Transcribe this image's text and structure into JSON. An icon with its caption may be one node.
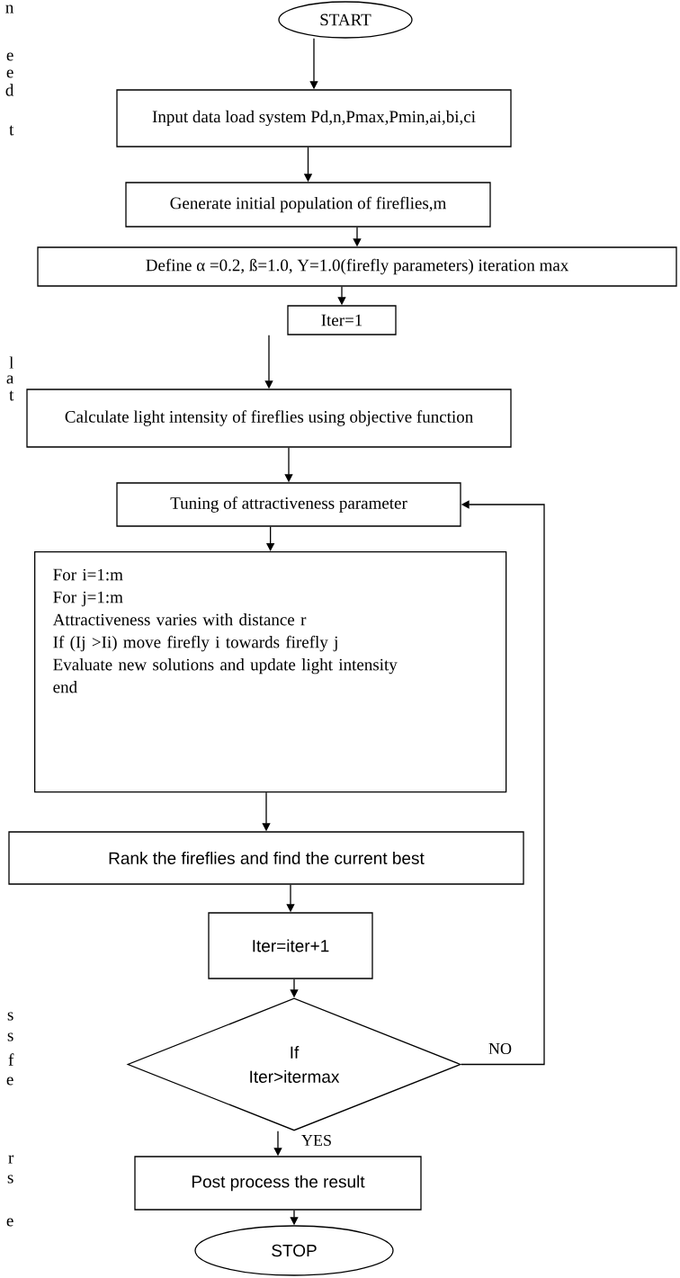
{
  "diagram": {
    "nodes": [
      {
        "text": [
          "START"
        ]
      },
      {
        "text": [
          "Input data load system Pd,n,Pmax,Pmin,ai,bi,ci"
        ]
      },
      {
        "text": [
          "Generate initial population of fireflies,m"
        ]
      },
      {
        "text": [
          "Define α =0.2, ß=1.0, Y=1.0(firefly parameters) iteration max"
        ]
      },
      {
        "text": [
          "Iter=1"
        ]
      },
      {
        "text": [
          "Calculate   light intensity of fireflies using objective function"
        ]
      },
      {
        "text": [
          "Tuning of attractiveness parameter"
        ]
      },
      {
        "text": [
          "For i=1:m",
          "For j=1:m",
          "Attractiveness varies with distance r",
          "If (Ij >Ii) move firefly  i towards firefly j",
          "Evaluate new solutions and update light intensity",
          "end"
        ]
      },
      {
        "text": [
          "Rank the fireflies and find the current best"
        ]
      },
      {
        "text": [
          "Iter=iter+1"
        ]
      },
      {
        "text": [
          "If",
          "Iter>itermax"
        ]
      },
      {
        "text": [
          "Post process the result"
        ]
      },
      {
        "text": [
          "STOP"
        ]
      }
    ],
    "edges": [
      {
        "from": 0,
        "to": 1,
        "arrow": "to"
      },
      {
        "from": 1,
        "to": 2,
        "arrow": "to"
      },
      {
        "from": 2,
        "to": 3,
        "arrow": "to"
      },
      {
        "from": 3,
        "to": 4,
        "arrow": "to"
      },
      {
        "from": 4,
        "to": 5,
        "arrow": "to"
      },
      {
        "from": 5,
        "to": 6,
        "arrow": "to"
      },
      {
        "from": 6,
        "to": 7,
        "arrow": "to"
      },
      {
        "from": 7,
        "to": 8,
        "arrow": "to"
      },
      {
        "from": 8,
        "to": 9,
        "arrow": "to"
      },
      {
        "from": 9,
        "to": 10,
        "arrow": "to"
      },
      {
        "from": 10,
        "to": 11,
        "arrow": "to",
        "label": "YES"
      },
      {
        "from": 11,
        "to": 12,
        "arrow": "to"
      },
      {
        "from": 10,
        "to": 6,
        "arrow": "to",
        "label": "NO"
      }
    ],
    "labels": [
      "n",
      "e",
      "e",
      "d",
      "t",
      "l",
      "a",
      "t",
      "s",
      "s",
      "f",
      "e",
      "r",
      "s",
      "e"
    ]
  }
}
